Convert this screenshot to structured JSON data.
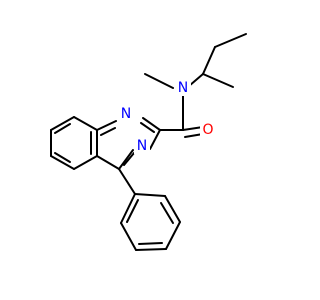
{
  "molecule": {
    "atoms": [
      {
        "id": "n_amide",
        "symbol": "N",
        "color": "#0000ff"
      },
      {
        "id": "n1_ring",
        "symbol": "N",
        "color": "#0000ff"
      },
      {
        "id": "n3_ring",
        "symbol": "N",
        "color": "#0000ff"
      },
      {
        "id": "o_carbonyl",
        "symbol": "O",
        "color": "#ff0000"
      }
    ],
    "bond_color": "#000000"
  }
}
